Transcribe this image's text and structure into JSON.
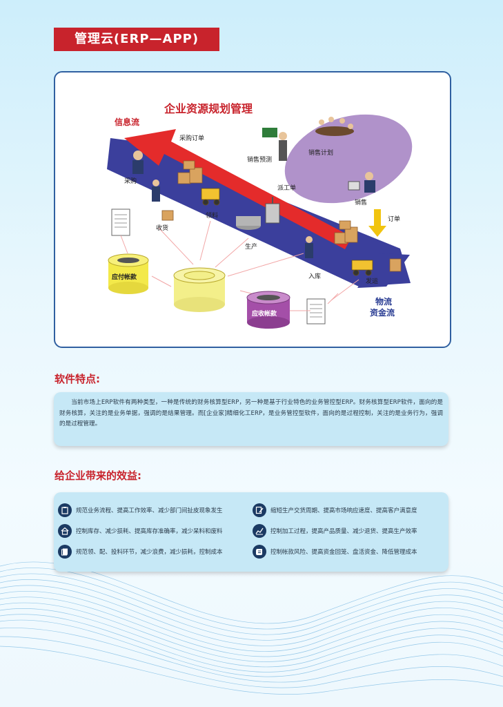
{
  "header": {
    "title": "管理云(ERP—APP)"
  },
  "diagram": {
    "title": "企业资源规划管理",
    "info_flow": "信息流",
    "purchase_order": "采购订单",
    "sales_forecast": "销售预测",
    "sales_plan": "销售计划",
    "dispatch_order": "派工单",
    "sales": "销售",
    "procurement": "采购",
    "receiving": "收货",
    "picking": "领料",
    "production": "生产",
    "order": "订单",
    "warehousing": "入库",
    "shipping": "发运",
    "payable": "应付帐款",
    "receivable": "应收帐款",
    "material_flow": "物流",
    "cash_flow": "资金流",
    "colors": {
      "info_arrow": "#e42b2b",
      "flow_band": "#3b3f9c",
      "sales_ellipse": "#a786c4",
      "order_arrow": "#f1c40f"
    }
  },
  "features": {
    "title": "软件特点:",
    "text": "当前市场上ERP软件有两种类型，一种是传统的财务核算型ERP，另一种是基于行业特色的业务管控型ERP。财务核算型ERP软件，面向的是财务核算，关注的是业务单据，强调的是结果管理。而[企业家]精细化工ERP，是业务管控型软件，面向的是过程控制，关注的是业务行为，强调的是过程管理。"
  },
  "benefits": {
    "title": "给企业带来的效益:",
    "items": [
      {
        "icon": "clipboard-icon",
        "text": "规范业务流程、提高工作效率、减少部门间扯皮现象发生"
      },
      {
        "icon": "edit-icon",
        "text": "缩短生产交货周期、提高市场响应速度、提高客户满意度"
      },
      {
        "icon": "warehouse-icon",
        "text": "控制库存、减少损耗、提高库存准确率，减少呆料和废料"
      },
      {
        "icon": "trend-chart-icon",
        "text": "控制加工过程，提高产品质量、减少退货、提高生产效率"
      },
      {
        "icon": "document-icon",
        "text": "规范领、配、投料环节，减少浪费，减少损耗，控制成本"
      },
      {
        "icon": "scroll-icon",
        "text": "控制帐款风险、提高资金回笼、盘活资金、降低管理成本"
      }
    ]
  }
}
